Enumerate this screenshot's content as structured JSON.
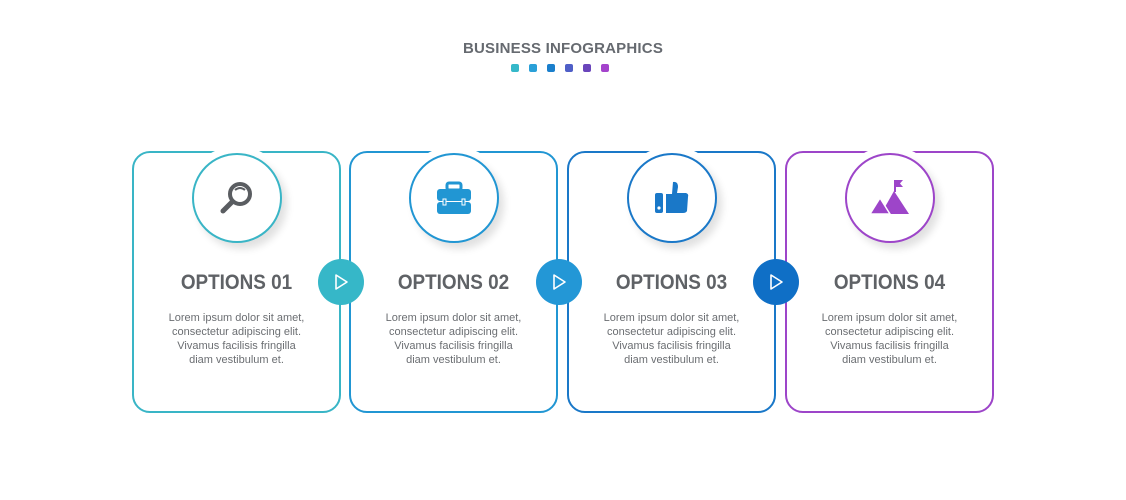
{
  "header": {
    "title": "BUSINESS INFOGRAPHICS",
    "dot_colors": [
      "#35b8c9",
      "#2aa0d8",
      "#1a7fcc",
      "#4f5fc7",
      "#6a45bb",
      "#a443cc"
    ]
  },
  "options": [
    {
      "title": "OPTIONS 01",
      "description": "Lorem ipsum dolor sit amet,\nconsectetur adipiscing elit.\nVivamus facilisis  fringilla\ndiam vestibulum et.",
      "icon": "search-icon",
      "color": "#39b5c6",
      "icon_color": "#5a5d61"
    },
    {
      "title": "OPTIONS 02",
      "description": "Lorem ipsum dolor sit amet,\nconsectetur adipiscing elit.\nVivamus facilisis  fringilla\ndiam vestibulum et.",
      "icon": "briefcase-icon",
      "color": "#2196d3",
      "icon_color": "#2196d3"
    },
    {
      "title": "OPTIONS 03",
      "description": "Lorem ipsum dolor sit amet,\nconsectetur adipiscing elit.\nVivamus facilisis  fringilla\ndiam vestibulum et.",
      "icon": "thumbs-up-icon",
      "color": "#1a78c8",
      "icon_color": "#1a78c8"
    },
    {
      "title": "OPTIONS 04",
      "description": "Lorem ipsum dolor sit amet,\nconsectetur adipiscing elit.\nVivamus facilisis  fringilla\ndiam vestibulum et.",
      "icon": "mountain-flag-icon",
      "color": "#9d45c9",
      "icon_color": "#9d45c9"
    }
  ],
  "connectors": [
    {
      "icon": "play-arrow-icon",
      "color": "#36b7c8"
    },
    {
      "icon": "play-arrow-icon",
      "color": "#2397d6"
    },
    {
      "icon": "play-arrow-icon",
      "color": "#0f6fc6"
    }
  ]
}
